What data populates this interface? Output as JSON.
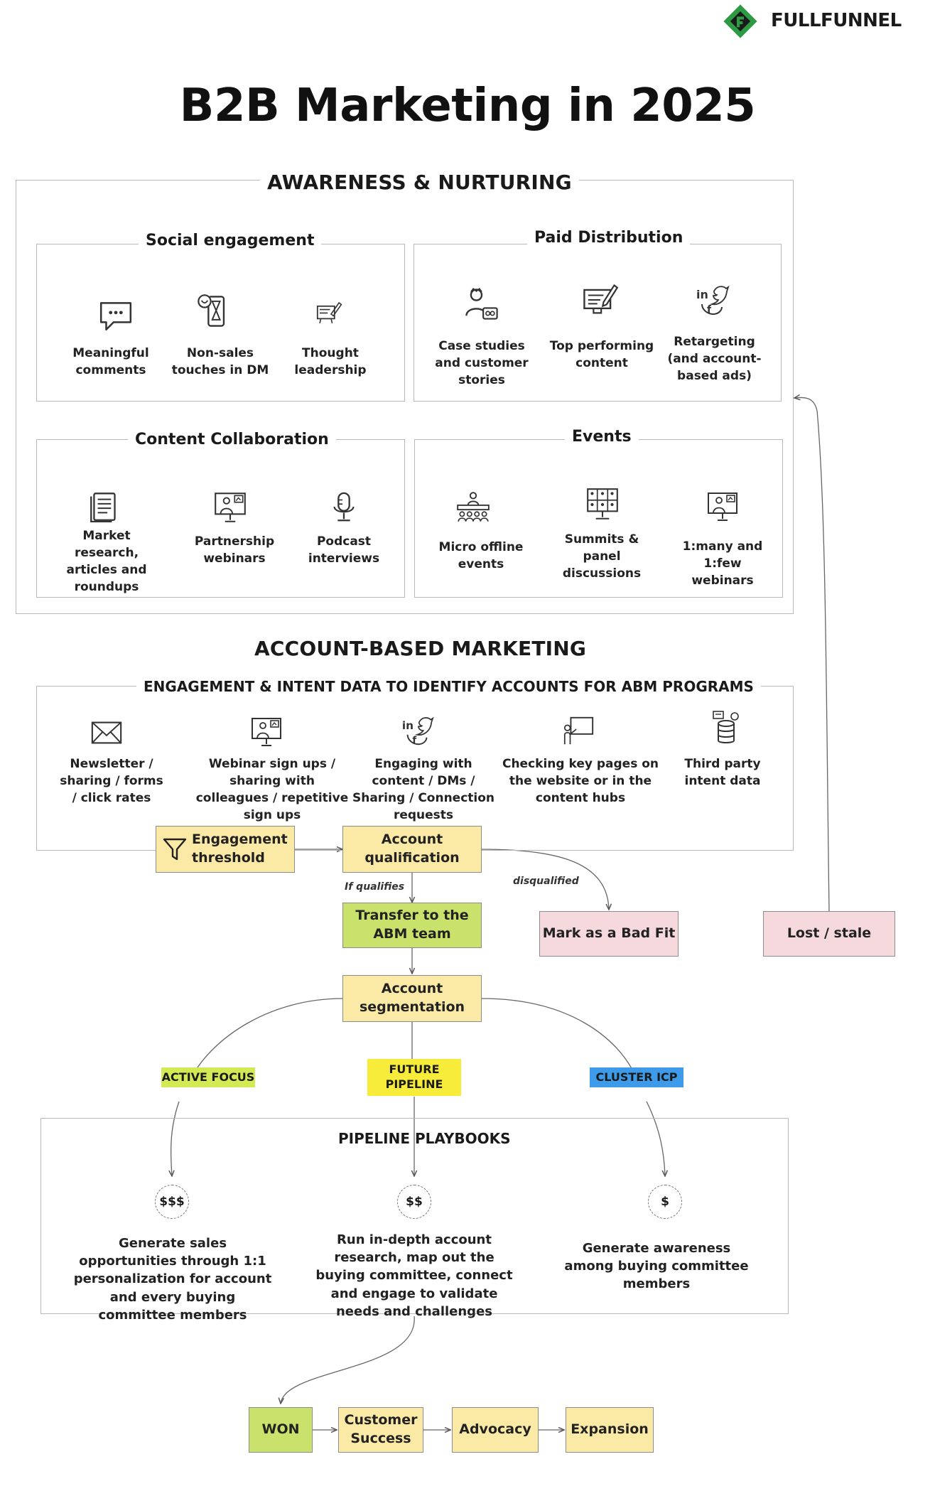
{
  "brand": {
    "name": "FULLFUNNEL",
    "color": "#2e9a44"
  },
  "title": "B2B Marketing in 2025",
  "awareness": {
    "title": "AWARENESS & NURTURING",
    "social": {
      "title": "Social engagement",
      "items": [
        {
          "label": "Meaningful comments",
          "icon": "speech-bubble-icon"
        },
        {
          "label": "Non-sales touches in DM",
          "icon": "hourglass-message-icon"
        },
        {
          "label": "Thought leadership",
          "icon": "writing-board-icon"
        }
      ]
    },
    "paid": {
      "title": "Paid Distribution",
      "items": [
        {
          "label": "Case studies and customer stories",
          "icon": "person-stories-icon"
        },
        {
          "label": "Top performing content",
          "icon": "monitor-pen-icon"
        },
        {
          "label": "Retargeting (and account-based ads)",
          "icon": "social-logos-icon"
        }
      ]
    },
    "content": {
      "title": "Content Collaboration",
      "items": [
        {
          "label": "Market research, articles and roundups",
          "icon": "documents-icon"
        },
        {
          "label": "Partnership webinars",
          "icon": "webinar-presenter-icon"
        },
        {
          "label": "Podcast interviews",
          "icon": "microphone-icon"
        }
      ]
    },
    "events": {
      "title": "Events",
      "items": [
        {
          "label": "Micro offline events",
          "icon": "meeting-table-icon"
        },
        {
          "label": "Summits & panel discussions",
          "icon": "video-panel-icon"
        },
        {
          "label": "1:many and 1:few webinars",
          "icon": "webinar-presenter-icon"
        }
      ]
    }
  },
  "abm": {
    "title": "ACCOUNT-BASED MARKETING",
    "intent_title": "ENGAGEMENT & INTENT DATA TO IDENTIFY ACCOUNTS FOR ABM PROGRAMS",
    "signals": [
      {
        "label": "Newsletter / sharing / forms / click rates",
        "icon": "envelope-icon"
      },
      {
        "label": "Webinar sign ups / sharing with colleagues / repetitive sign ups",
        "icon": "webinar-presenter-icon"
      },
      {
        "label": "Engaging with content / DMs / Sharing / Connection requests",
        "icon": "social-logos-icon"
      },
      {
        "label": "Checking key pages on the website or in the content hubs",
        "icon": "presenter-board-icon"
      },
      {
        "label": "Third party intent data",
        "icon": "database-icon"
      }
    ]
  },
  "flow": {
    "engagement_threshold": "Engagement threshold",
    "account_qualification": "Account qualification",
    "if_qualifies": "If qualifies",
    "disqualified": "disqualified",
    "transfer": "Transfer to the ABM team",
    "bad_fit": "Mark as a Bad Fit",
    "lost": "Lost / stale",
    "segmentation": "Account segmentation",
    "active_focus": "ACTIVE FOCUS",
    "future_pipeline": "FUTURE PIPELINE",
    "cluster_icp": "CLUSTER ICP",
    "active_color": "#d4ea55",
    "future_color": "#f7ec3a",
    "cluster_color": "#3d9be9"
  },
  "playbooks": {
    "title": "PIPELINE PLAYBOOKS",
    "tiers": [
      {
        "symbol": "$$$",
        "text": "Generate sales opportunities through 1:1 personalization for account and every buying committee members"
      },
      {
        "symbol": "$$",
        "text": "Run in-depth account research, map out the buying committee, connect and engage to validate needs and challenges"
      },
      {
        "symbol": "$",
        "text": "Generate awareness among buying committee members"
      }
    ]
  },
  "outcomes": {
    "won": "WON",
    "customer_success": "Customer Success",
    "advocacy": "Advocacy",
    "expansion": "Expansion"
  }
}
